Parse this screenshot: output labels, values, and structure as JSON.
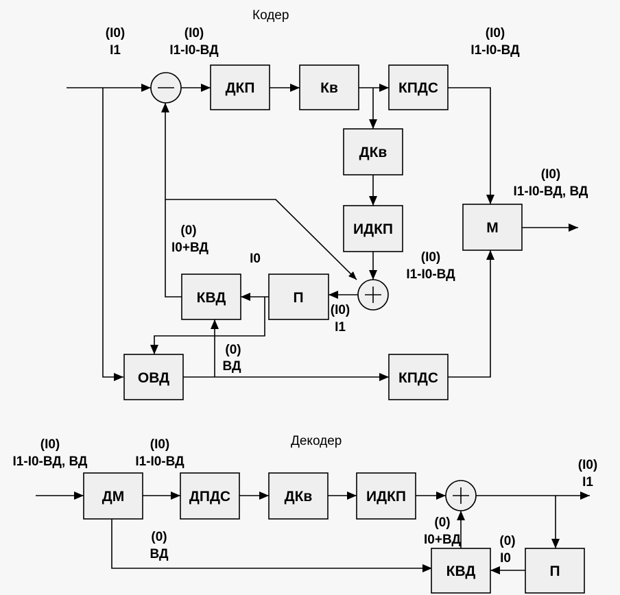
{
  "coder": {
    "title": "Кодер",
    "blocks": {
      "dkp": "ДКП",
      "kv": "Кв",
      "kpds_top": "КПДС",
      "dkv": "ДКв",
      "idkp": "ИДКП",
      "m": "М",
      "kvd": "КВД",
      "p": "П",
      "ovd": "ОВД",
      "kpds_bottom": "КПДС"
    },
    "labels": {
      "in_top": "(I0)",
      "in_bot": "I1",
      "sub_top": "(I0)",
      "sub_bot": "I1-I0-ВД",
      "kpds_top": "(I0)",
      "kpds_bot": "I1-I0-ВД",
      "m_in_top": "(I0)",
      "m_in_bot": "I1-I0-ВД, ВД",
      "fb_top": "(0)",
      "fb_bot": "I0+ВД",
      "i0": "I0",
      "idkp_out_top": "(I0)",
      "idkp_out_bot": "I1-I0-ВД",
      "sum_out_top": "(I0)",
      "sum_out_bot": "I1",
      "ovd_top": "(0)",
      "ovd_bot": "ВД"
    }
  },
  "decoder": {
    "title": "Декодер",
    "blocks": {
      "dm": "ДМ",
      "dpds": "ДПДС",
      "dkv": "ДКв",
      "idkp": "ИДКП",
      "kvd": "КВД",
      "p": "П"
    },
    "labels": {
      "in_top": "(I0)",
      "in_bot": "I1-I0-ВД, ВД",
      "dm_out_top": "(I0)",
      "dm_out_bot": "I1-I0-ВД",
      "out_top": "(I0)",
      "out_bot": "I1",
      "vd_top": "(0)",
      "vd_bot": "ВД",
      "kvd_out_top": "(0)",
      "kvd_out_bot": "I0+ВД",
      "p_out_top": "(0)",
      "p_out_bot": "I0"
    }
  }
}
